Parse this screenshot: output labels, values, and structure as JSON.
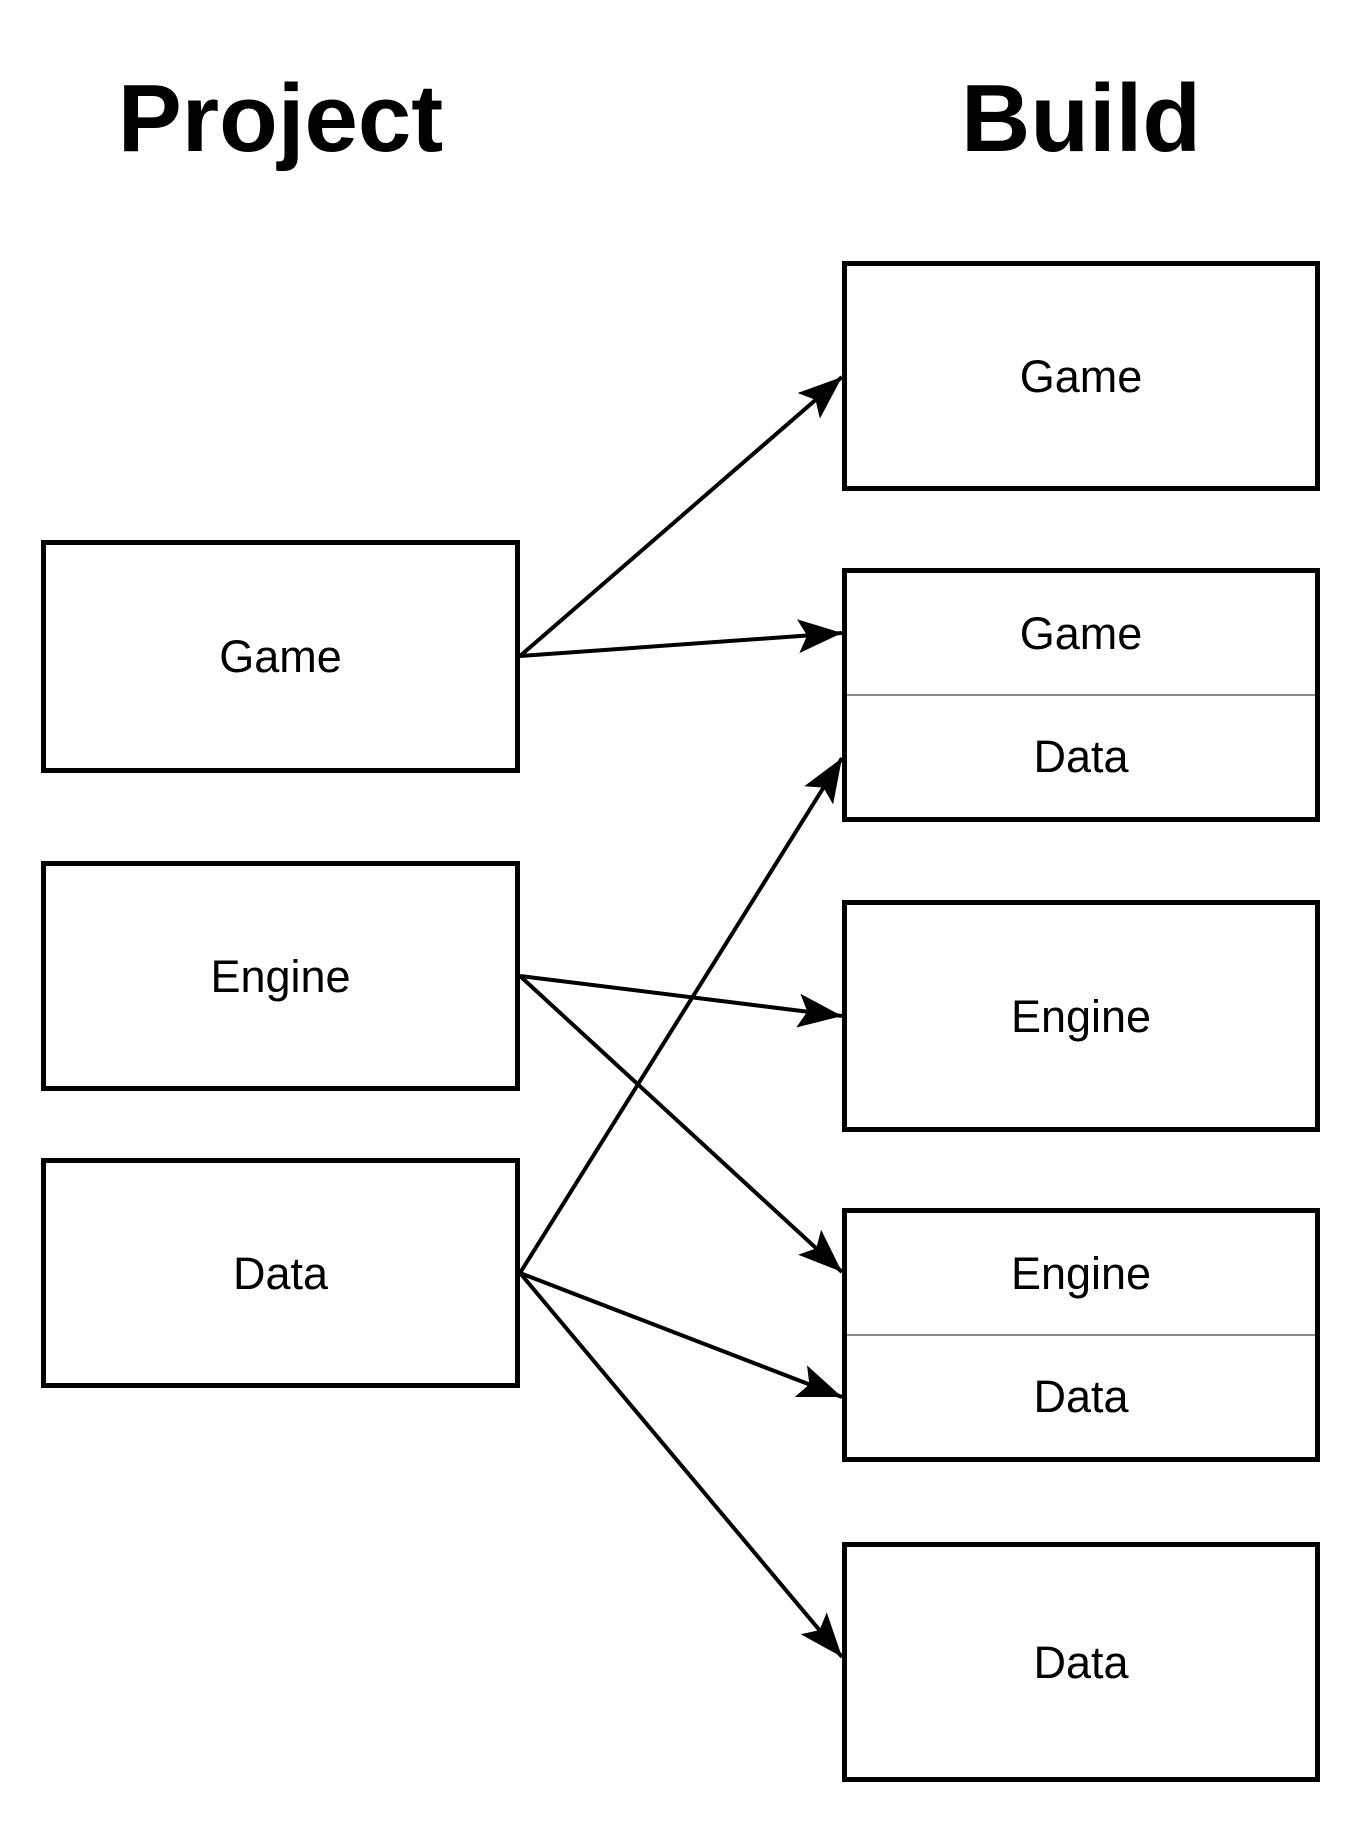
{
  "diagram": {
    "left_title": "Project",
    "right_title": "Build",
    "project_boxes": [
      {
        "id": "game",
        "label": "Game"
      },
      {
        "id": "engine",
        "label": "Engine"
      },
      {
        "id": "data",
        "label": "Data"
      }
    ],
    "build_boxes": [
      {
        "id": "build-game",
        "sections": [
          {
            "id": "game",
            "label": "Game"
          }
        ]
      },
      {
        "id": "build-game-data",
        "sections": [
          {
            "id": "game",
            "label": "Game"
          },
          {
            "id": "data",
            "label": "Data"
          }
        ]
      },
      {
        "id": "build-engine",
        "sections": [
          {
            "id": "engine",
            "label": "Engine"
          }
        ]
      },
      {
        "id": "build-engine-data",
        "sections": [
          {
            "id": "engine",
            "label": "Engine"
          },
          {
            "id": "data",
            "label": "Data"
          }
        ]
      },
      {
        "id": "build-data",
        "sections": [
          {
            "id": "data",
            "label": "Data"
          }
        ]
      }
    ],
    "edges": [
      {
        "from": "game",
        "to": "build-game.game"
      },
      {
        "from": "game",
        "to": "build-game-data.game"
      },
      {
        "from": "engine",
        "to": "build-engine.engine"
      },
      {
        "from": "engine",
        "to": "build-engine-data.engine"
      },
      {
        "from": "data",
        "to": "build-game-data.data"
      },
      {
        "from": "data",
        "to": "build-engine-data.data"
      },
      {
        "from": "data",
        "to": "build-data.data"
      }
    ],
    "colors": {
      "line": "#000000",
      "divider": "#8a8a8a",
      "background": "#ffffff",
      "text": "#000000"
    }
  }
}
